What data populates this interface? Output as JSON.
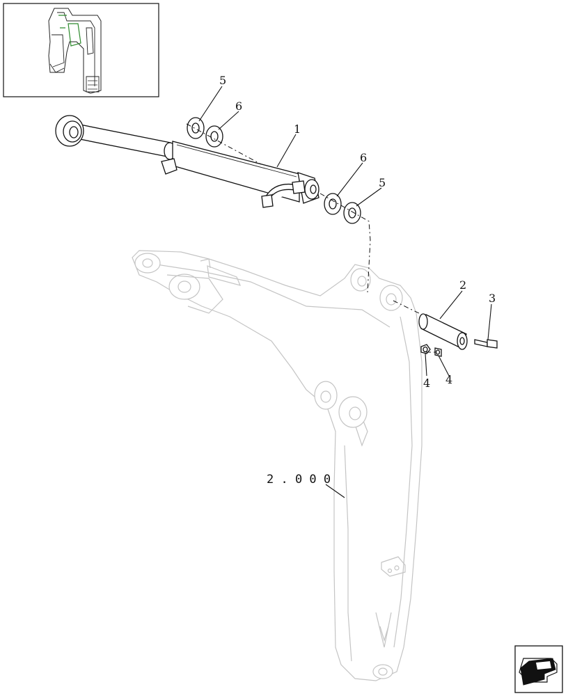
{
  "callouts": {
    "c1": "1",
    "c2": "2",
    "c3": "3",
    "c4a": "4",
    "c4b": "4",
    "c5a": "5",
    "c5b": "5",
    "c6a": "6",
    "c6b": "6"
  },
  "reference_label": "2 . 0 0 0",
  "icons": {
    "thumbnail": "machine-overview-thumbnail",
    "nav": "arrow-left-down-icon"
  },
  "colors": {
    "line": "#111111",
    "ghost": "#c4c4c4",
    "thumbnail_accent": "#2e8b2e"
  }
}
